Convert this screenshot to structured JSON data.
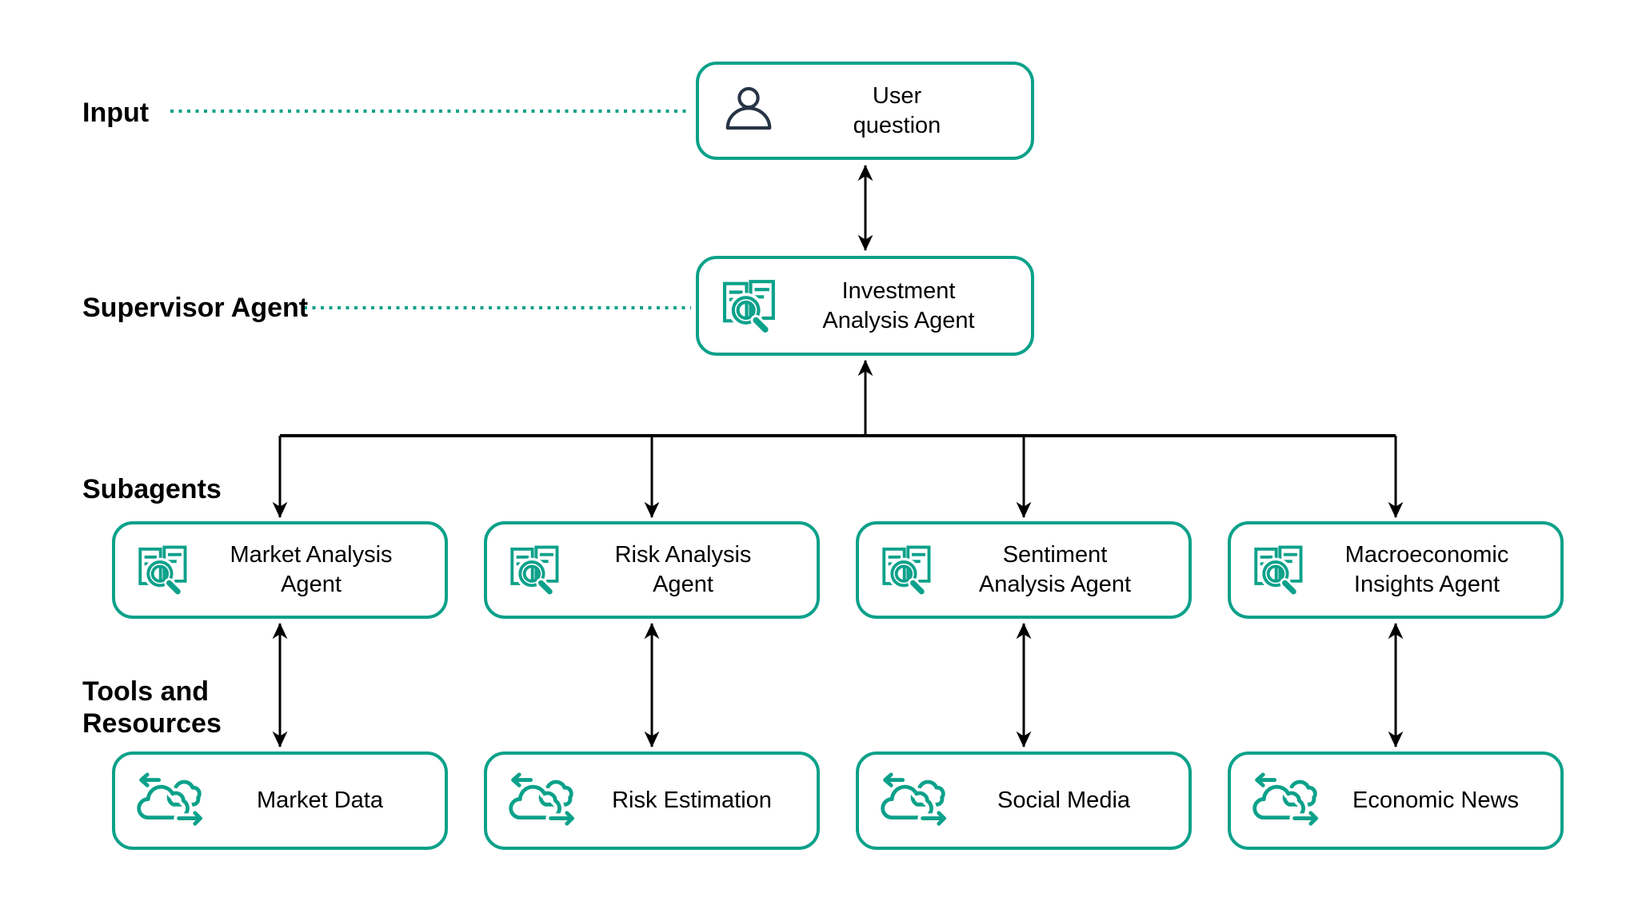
{
  "colors": {
    "accent": "#0CA18A",
    "person_icon": "#263445",
    "connector_line": "#000000",
    "text": "#000000"
  },
  "section_labels": {
    "input": "Input",
    "supervisor": "Supervisor Agent",
    "subagents": "Subagents",
    "tools_line1": "Tools and",
    "tools_line2": "Resources"
  },
  "icons": {
    "user_question": "person-icon",
    "agents": "document-search-icon",
    "tools": "cloud-data-exchange-icon"
  },
  "nodes": {
    "user_question": {
      "line1": "User",
      "line2": "question"
    },
    "supervisor": {
      "line1": "Investment",
      "line2": "Analysis Agent"
    },
    "subagents": [
      {
        "line1": "Market Analysis",
        "line2": "Agent"
      },
      {
        "line1": "Risk Analysis",
        "line2": "Agent"
      },
      {
        "line1": "Sentiment",
        "line2": "Analysis Agent"
      },
      {
        "line1": "Macroeconomic",
        "line2": "Insights Agent"
      }
    ],
    "tools": [
      {
        "label": "Market Data"
      },
      {
        "label": "Risk Estimation"
      },
      {
        "label": "Social Media"
      },
      {
        "label": "Economic News"
      }
    ]
  }
}
